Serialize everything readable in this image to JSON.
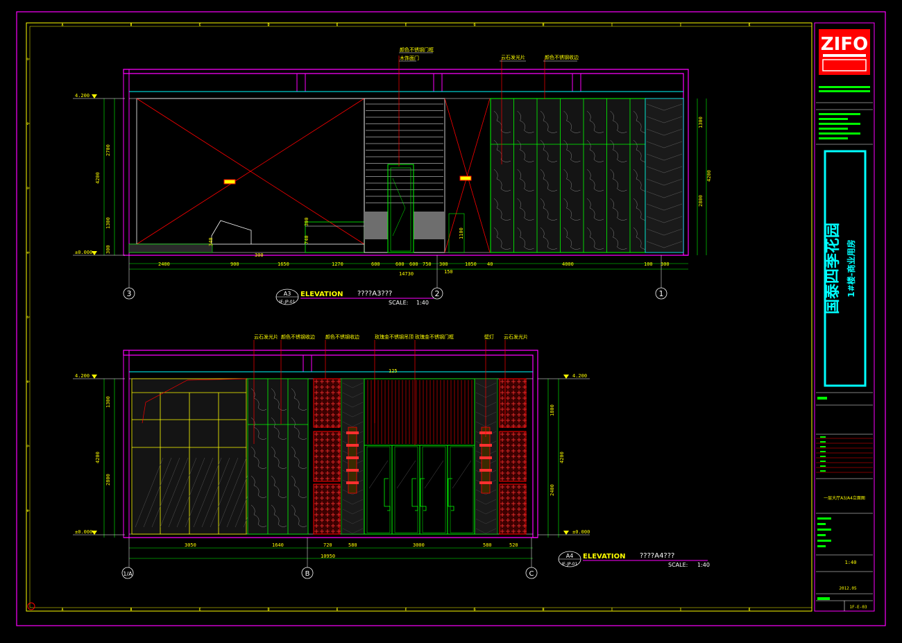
{
  "title_block": {
    "logo_text": "ZIFO",
    "project_name": "国泰四季花园",
    "project_sub": "1#楼-商业用房",
    "drawing_title": "一层大厅A3/A4立面图",
    "scale": "1:40",
    "date": "2012.05",
    "sheet_no": "1F-E-03"
  },
  "border": {
    "top_letters": [
      "A",
      "B",
      "C",
      "D",
      "E",
      "F",
      "G",
      "H",
      "I",
      "J",
      "K"
    ],
    "left_numbers": [
      "1",
      "2",
      "3",
      "4",
      "5",
      "6",
      "7",
      "8"
    ]
  },
  "elev_a3": {
    "tag": "A3",
    "ref": "IF-JP-01",
    "title": "ELEVATION",
    "subtitle": "????A3???",
    "scale_label": "SCALE:",
    "scale_value": "1:40",
    "level_top": "4.200",
    "level_floor": "±0.000",
    "grid_left": "3",
    "grid_mid": "2",
    "grid_right": "1",
    "total_dim": "14730",
    "sub_dim": "150",
    "dims_bottom": [
      "2400",
      "900",
      "1650",
      "1270",
      "600",
      "600",
      "600",
      "750",
      "300",
      "1050",
      "40",
      "4000",
      "100",
      "300"
    ],
    "dims_left": [
      "2700",
      "4200",
      "1300",
      "300"
    ],
    "dims_right": [
      "1300",
      "4200",
      "2800"
    ],
    "dims_inner": [
      "740",
      "300",
      "1100",
      "340",
      "300"
    ],
    "notes": [
      "颜色不锈钢门框",
      "木饰面门",
      "云石发光片",
      "颜色不锈钢收边"
    ]
  },
  "elev_a4": {
    "tag": "A4",
    "ref": "IF-JP-01",
    "title": "ELEVATION",
    "subtitle": "????A4???",
    "scale_label": "SCALE:",
    "scale_value": "1:40",
    "level_top": "4.200",
    "level_top_right": "4.200",
    "level_floor": "±0.000",
    "level_floor_right": "±0.000",
    "grid_left": "1/A",
    "grid_mid": "B",
    "grid_right": "C",
    "total_dim": "10950",
    "dims_bottom": [
      "3050",
      "1640",
      "720",
      "580",
      "3000",
      "580",
      "520"
    ],
    "dims_left": [
      "1300",
      "4200",
      "2800"
    ],
    "dims_right": [
      "1800",
      "4200",
      "2400"
    ],
    "top_dim": "125",
    "notes": [
      "云石发光片",
      "颜色不锈钢收边",
      "颜色不锈钢收边",
      "玫瑰金不锈钢吊顶",
      "玫瑰金不锈钢门框",
      "壁灯",
      "云石发光片"
    ]
  },
  "colors": {
    "magenta": "#FF00FF",
    "cyan": "#00FFFF",
    "green": "#00FF00",
    "yellow": "#FFFF00",
    "red": "#FF0000",
    "white": "#FFFFFF"
  }
}
